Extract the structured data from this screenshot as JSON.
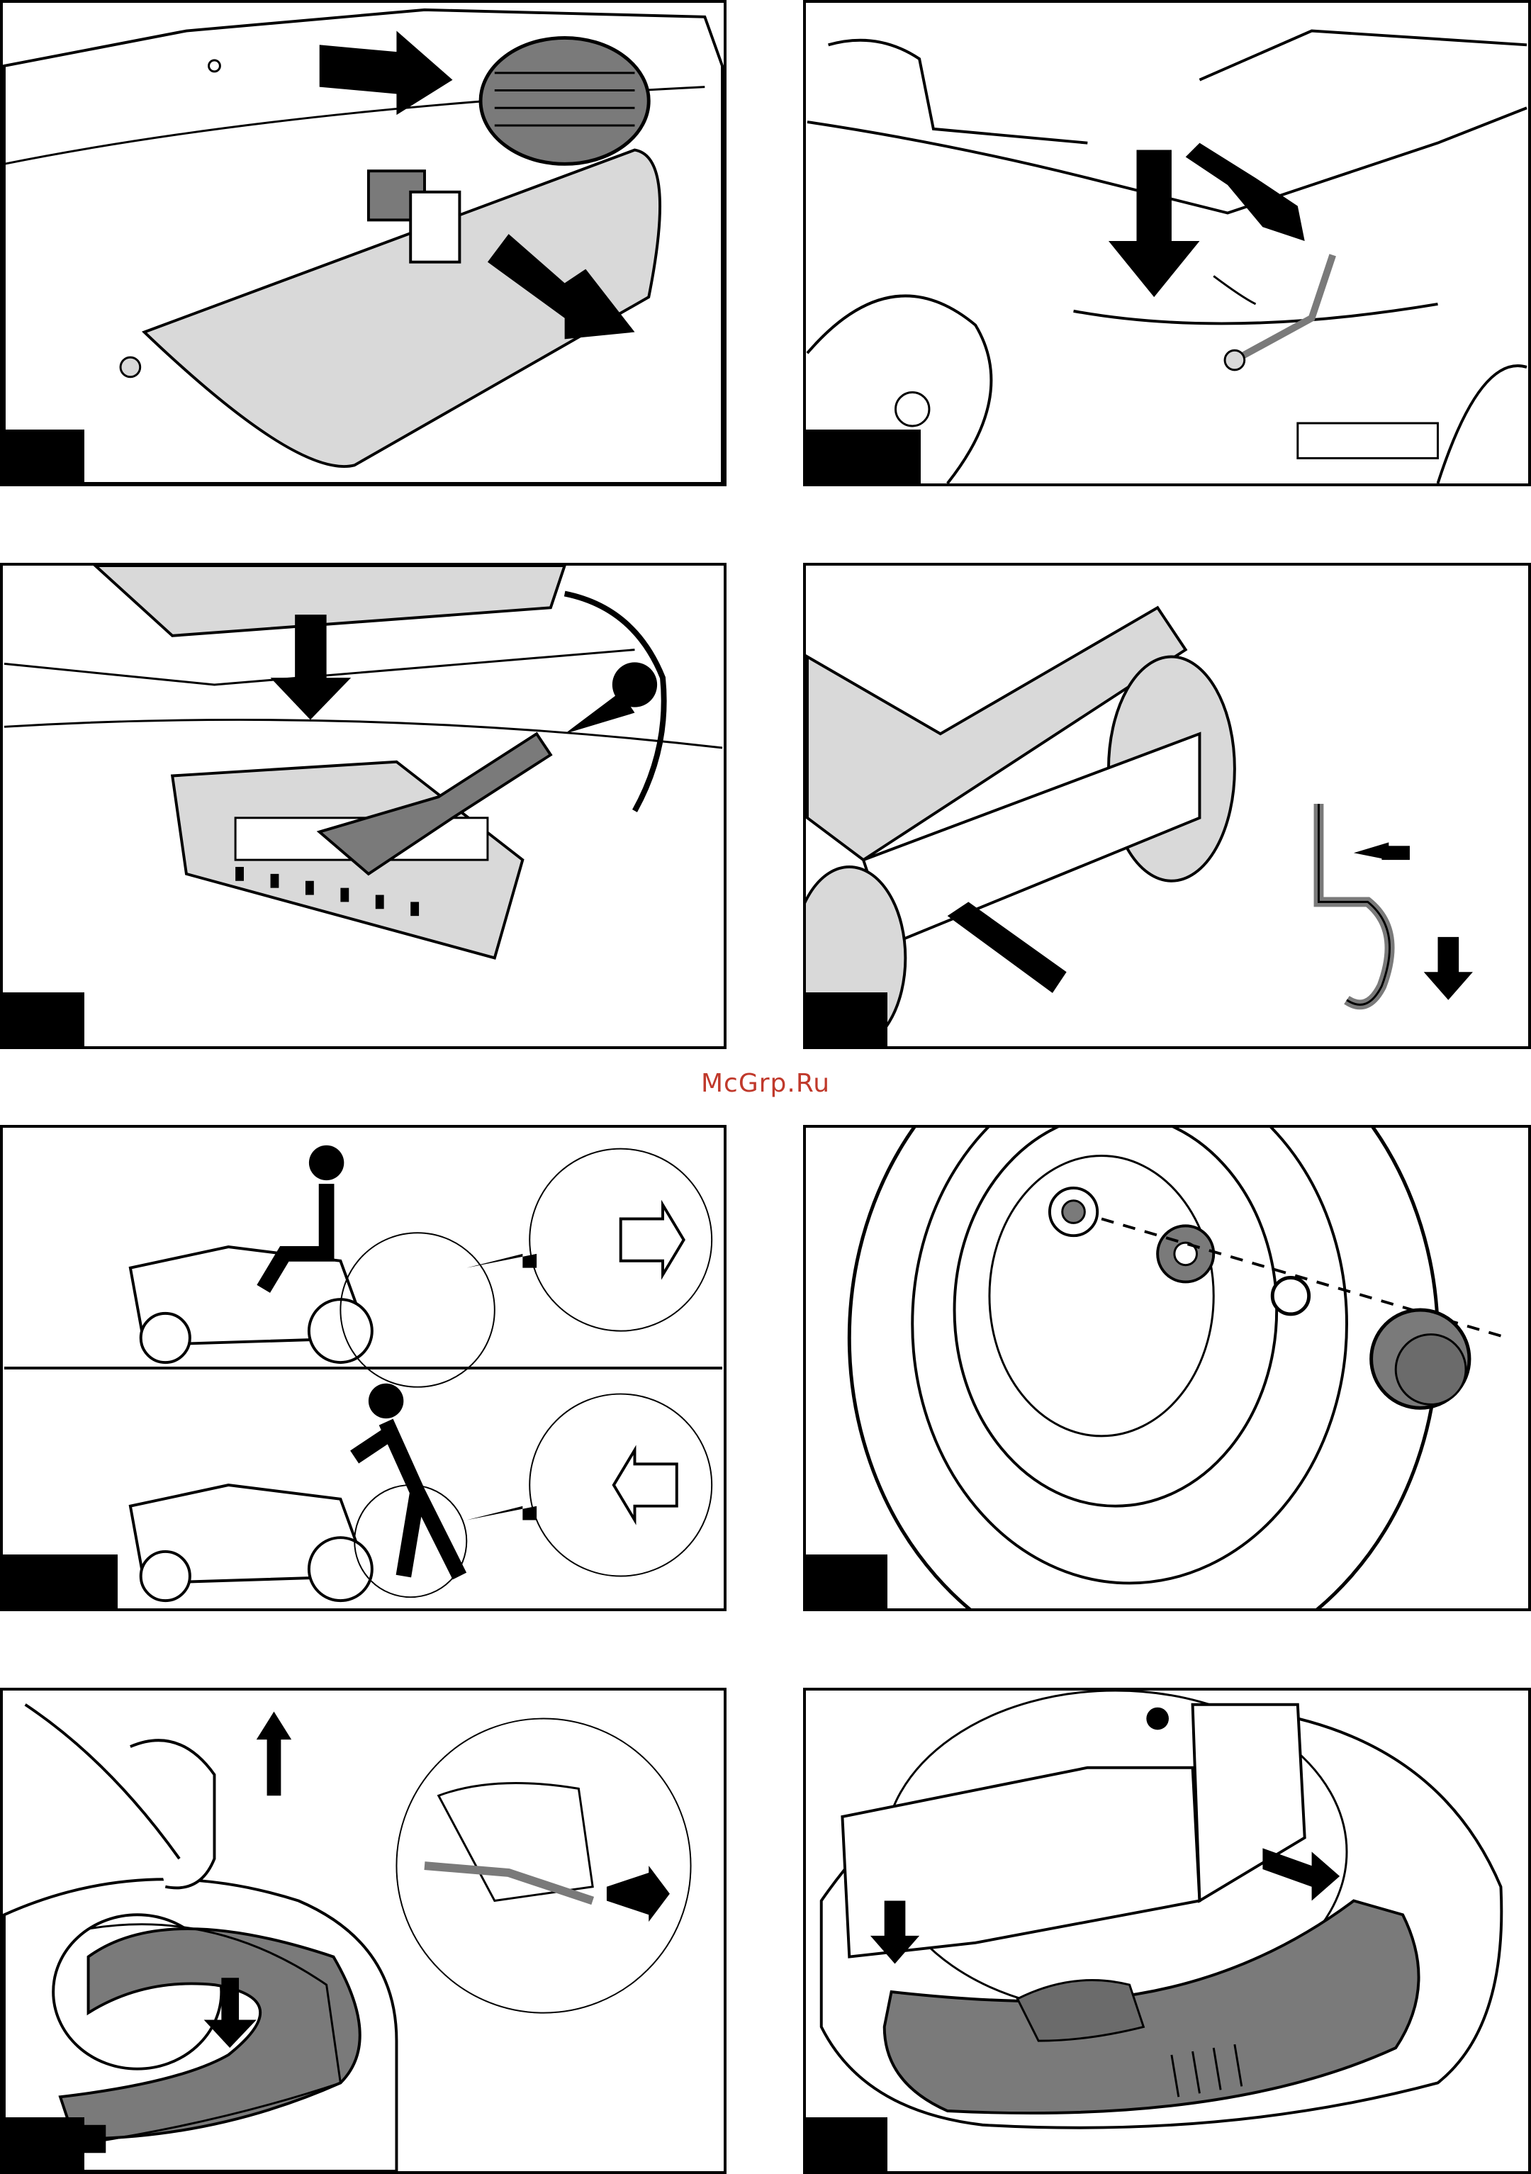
{
  "watermark": {
    "text": "McGrp.Ru",
    "color": "#c0392b"
  },
  "figures": [
    {
      "id": "fig-1",
      "subject": "lever-and-pedal"
    },
    {
      "id": "fig-2",
      "subject": "tractor-side-levers"
    },
    {
      "id": "fig-3",
      "subject": "height-lever"
    },
    {
      "id": "fig-4",
      "subject": "rear-hook"
    },
    {
      "id": "fig-5",
      "subject": "tractor-push-sequence"
    },
    {
      "id": "fig-6",
      "subject": "wheel-hub"
    },
    {
      "id": "fig-7",
      "subject": "deck-guard-removal"
    },
    {
      "id": "fig-8",
      "subject": "deck-guard-installed"
    }
  ],
  "colors": {
    "line": "#000000",
    "fill_grey": "#d9d9d9",
    "fill_dark": "#7a7a7a",
    "panel_bg": "#ffffff"
  }
}
